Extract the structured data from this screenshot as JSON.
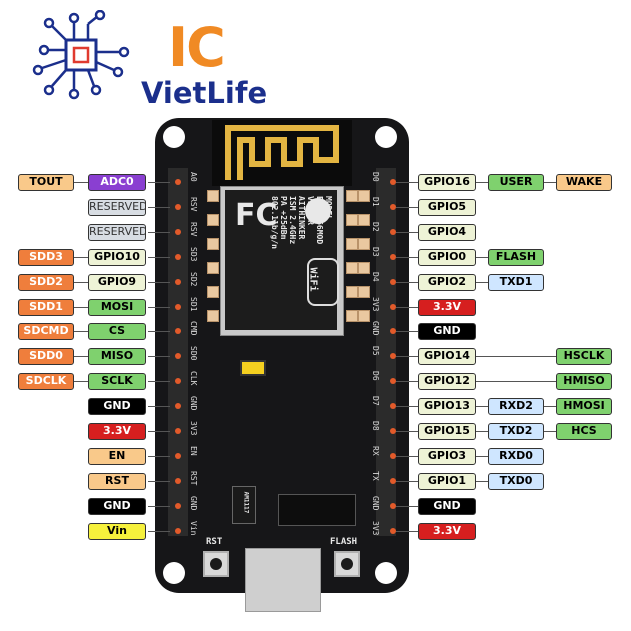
{
  "logo": {
    "mark": "IC",
    "brand": "VietLife"
  },
  "board": {
    "module_text": [
      "MODEL",
      "ESP8266MOD",
      "VENDOR",
      "AITHINKER",
      "ISM 2.4GHz",
      "PA +25dBm",
      "802.11b/g/n"
    ],
    "fcc": "FC",
    "wifi": "WiFi",
    "regulator": "AM1117",
    "rst_label": "RST",
    "flash_label": "FLASH"
  },
  "left_pins": [
    "A0",
    "RSV",
    "RSV",
    "SD3",
    "SD2",
    "SD1",
    "CMD",
    "SD0",
    "CLK",
    "GND",
    "3V3",
    "EN",
    "RST",
    "GND",
    "Vin"
  ],
  "right_pins": [
    "D0",
    "D1",
    "D2",
    "D3",
    "D4",
    "3V3",
    "GND",
    "D5",
    "D6",
    "D7",
    "D8",
    "RX",
    "TX",
    "GND",
    "3V3"
  ],
  "left_labels": [
    {
      "outer": "TOUT",
      "inner": "ADC0"
    },
    {
      "outer": "",
      "inner": "RESERVED"
    },
    {
      "outer": "",
      "inner": "RESERVED"
    },
    {
      "outer": "SDD3",
      "inner": "GPIO10"
    },
    {
      "outer": "SDD2",
      "inner": "GPIO9"
    },
    {
      "outer": "SDD1",
      "inner": "MOSI"
    },
    {
      "outer": "SDCMD",
      "inner": "CS"
    },
    {
      "outer": "SDD0",
      "inner": "MISO"
    },
    {
      "outer": "SDCLK",
      "inner": "SCLK"
    },
    {
      "outer": "",
      "inner": "GND"
    },
    {
      "outer": "",
      "inner": "3.3V"
    },
    {
      "outer": "",
      "inner": "EN"
    },
    {
      "outer": "",
      "inner": "RST"
    },
    {
      "outer": "",
      "inner": "GND"
    },
    {
      "outer": "",
      "inner": "Vin"
    }
  ],
  "right_labels": [
    {
      "gpio": "GPIO16",
      "alt1": "USER",
      "alt2": "WAKE"
    },
    {
      "gpio": "GPIO5",
      "alt1": "",
      "alt2": ""
    },
    {
      "gpio": "GPIO4",
      "alt1": "",
      "alt2": ""
    },
    {
      "gpio": "GPIO0",
      "alt1": "FLASH",
      "alt2": ""
    },
    {
      "gpio": "GPIO2",
      "alt1": "TXD1",
      "alt2": ""
    },
    {
      "gpio": "3.3V",
      "alt1": "",
      "alt2": ""
    },
    {
      "gpio": "GND",
      "alt1": "",
      "alt2": ""
    },
    {
      "gpio": "GPIO14",
      "alt1": "",
      "alt2": "HSCLK"
    },
    {
      "gpio": "GPIO12",
      "alt1": "",
      "alt2": "HMISO"
    },
    {
      "gpio": "GPIO13",
      "alt1": "RXD2",
      "alt2": "HMOSI"
    },
    {
      "gpio": "GPIO15",
      "alt1": "TXD2",
      "alt2": "HCS"
    },
    {
      "gpio": "GPIO3",
      "alt1": "RXD0",
      "alt2": ""
    },
    {
      "gpio": "GPIO1",
      "alt1": "TXD0",
      "alt2": ""
    },
    {
      "gpio": "GND",
      "alt1": "",
      "alt2": ""
    },
    {
      "gpio": "3.3V",
      "alt1": "",
      "alt2": ""
    }
  ]
}
